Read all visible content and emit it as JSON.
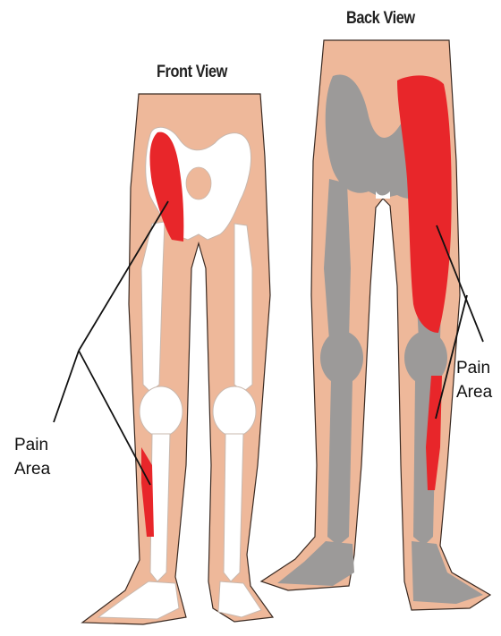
{
  "front_view": {
    "title": "Front View",
    "label_line1": "Pain",
    "label_line2": "Area"
  },
  "back_view": {
    "title": "Back View",
    "label_line1": "Pain",
    "label_line2": "Area"
  },
  "colors": {
    "skin": "#eeb89a",
    "skin_outline": "#3a2a22",
    "bone_front": "#ffffff",
    "bone_back": "#9c9a99",
    "pain": "#e8262a",
    "leader_line": "#111111"
  }
}
